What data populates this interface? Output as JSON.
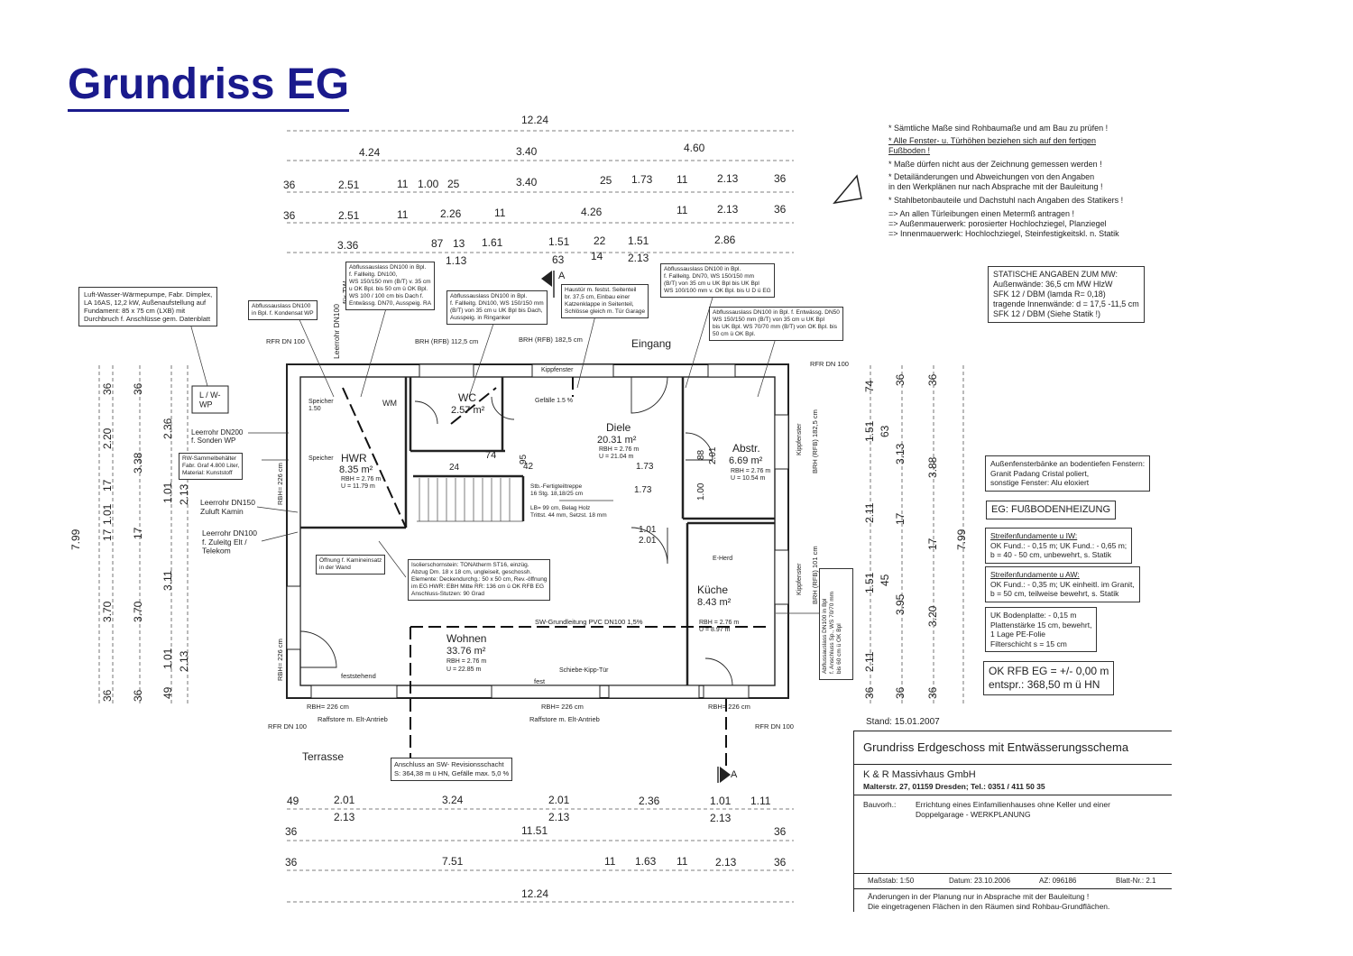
{
  "title": "Grundriss EG",
  "dimensions": {
    "top_overall": "12.24",
    "top_row1": [
      "4.24",
      "3.40",
      "4.60"
    ],
    "top_row2": [
      "36",
      "2.51",
      "11",
      "1.00",
      "25",
      "3.40",
      "25",
      "1.73",
      "11",
      "2.13",
      "36"
    ],
    "top_row3": [
      "36",
      "2.51",
      "11",
      "2.26",
      "11",
      "4.26",
      "11",
      "2.13",
      "36"
    ],
    "top_row4": [
      "3.36",
      "87",
      "13",
      "1.61",
      "1.51",
      "22",
      "1.51",
      "2.86"
    ],
    "top_row5": [
      "1.13",
      "63",
      "14",
      "2.13"
    ],
    "bottom_row1": [
      "49",
      "2.01",
      "3.24",
      "2.01",
      "2.36",
      "1.01",
      "1.11"
    ],
    "bottom_row2": [
      "2.13",
      "2.13",
      "2.13"
    ],
    "bottom_row3": [
      "36",
      "11.51",
      "36"
    ],
    "bottom_row4": [
      "36",
      "7.51",
      "11",
      "1.63",
      "11",
      "2.13",
      "36"
    ],
    "bottom_overall": "12.24",
    "left_overall": "7.99",
    "left_cols": [
      "36",
      "2.20",
      "17",
      "1.01",
      "17",
      "3.70",
      "36",
      "36",
      "3.38",
      "17",
      "3.70",
      "36",
      "2.36",
      "1.01",
      "2.13",
      "3.11",
      "1.01",
      "2.13",
      "49"
    ],
    "right_overall": "7.99",
    "right_cols": [
      "74",
      "1.51",
      "2.11",
      "1.51",
      "45",
      "2.11",
      "36",
      "36",
      "3.13",
      "3.88",
      "17",
      "3.95",
      "17",
      "3.20",
      "36",
      "63"
    ]
  },
  "rooms": [
    {
      "name": "HWR",
      "area": "8.35 m²",
      "rbh": "RBH = 2.76 m",
      "u": "U = 11.79 m"
    },
    {
      "name": "WC",
      "area": "2.57 m²"
    },
    {
      "name": "Diele",
      "area": "20.31 m²",
      "rbh": "RBH = 2.76 m",
      "u": "U = 21.04 m"
    },
    {
      "name": "Abstr.",
      "area": "6.69 m²",
      "rbh": "RBH = 2.76 m",
      "u": "U = 10.54 m"
    },
    {
      "name": "Küche",
      "area": "8.43 m²",
      "rbh": "RBH = 2.76 m",
      "u": "U = 8.97 m"
    },
    {
      "name": "Wohnen",
      "area": "33.76 m²",
      "rbh": "RBH = 2.76 m",
      "u": "U = 22.85 m"
    }
  ],
  "labels": {
    "eingang": "Eingang",
    "terrasse": "Terrasse",
    "kippfenster_top": "Kippfenster",
    "kippfenster_right": "Kippfenster",
    "kippfenster_right2": "Kippfenster",
    "lw_wp": "L / W-\nWP",
    "brh_top1": "BRH (RFB) 112,5 cm",
    "brh_top2": "BRH (RFB) 182,5 cm",
    "brh_bottom1": "RBH= 226 cm",
    "brh_bottom2": "RBH= 226 cm",
    "brh_bottom3": "RBH= 226 cm",
    "rbh_left1": "RBH= 226 cm",
    "rbh_left2": "RBH= 226 cm",
    "brh_right1": "BRH (RFB) 182,5 cm",
    "brh_right2": "BRH (RFB) 101 cm",
    "rfr_dn100_a": "RFR DN 100",
    "rfr_dn100_b": "RFR DN 100",
    "rfr_dn100_c": "RFR DN 100",
    "rfr_dn100_d": "RFR DN 100",
    "raffstore1": "Raffstore m. Elt-Antrieb",
    "raffstore2": "Raffstore m. Elt-Antrieb",
    "sw_grundleitung": "SW-Grundleitung PVC DN100  1,5%",
    "feststehend": "feststehend",
    "fest": "fest",
    "schiebe": "Schiebe-Kipp-Tür",
    "leerrohr_dn200": "Leerrohr DN200\nf. Sonden WP",
    "leerrohr_dn150": "Leerrohr DN150\nZuluft Kamin",
    "leerrohr_dn100": "Leerrohr DN100\nf. Zuleitg Elt /\nTelekom",
    "leerrohr_tw": "Leerrohr DN100\nfür TW",
    "section_a": "A",
    "section_a2": "A",
    "stand": "Stand: 15.01.2007",
    "ew": "E-Herd",
    "speicher1": "Speicher\n1.50",
    "speicher2": "Speicher",
    "wm": "WM",
    "gefaelle": "Gefälle 1.5 %",
    "diele_dims": [
      "1.73",
      "1.73",
      "1.01",
      "2.01",
      "42",
      "95",
      "1.00",
      "88",
      "2.01",
      "24",
      "74"
    ]
  },
  "notes_top_right": [
    "* Sämtliche Maße sind Rohbaumaße und am Bau zu prüfen !",
    "* Alle Fenster- u. Türhöhen beziehen sich auf den fertigen",
    "  Fußboden !",
    "* Maße dürfen nicht aus der Zeichnung gemessen werden !",
    "* Detailänderungen und Abweichungen von den Angaben",
    "  in den Werkplänen nur nach Absprache mit der Bauleitung !",
    "* Stahlbetonbauteile und Dachstuhl nach Angaben des Statikers !",
    "=> An allen Türleibungen einen Metermß antragen !",
    "=> Außenmauerwerk: porosierter Hochlochziegel, Planziegel",
    "=> Innenmauerwerk: Hochlochziegel, Steinfestigkeitskl. n. Statik"
  ],
  "boxes": {
    "statik": [
      "STATISCHE ANGABEN ZUM MW:",
      "Außenwände: 36,5 cm MW  HlzW",
      "SFK 12 / DBM (lamda R= 0,18)",
      "tragende Innenwände: d = 17,5 -11,5 cm",
      "SFK 12 / DBM (Siehe Statik !)"
    ],
    "fensterbaenke": [
      "Außenfensterbänke an bodentiefen Fenstern:",
      "Granit Padang Cristal poliert,",
      "sonstige Fenster: Alu eloxiert"
    ],
    "fussboden": [
      "EG: FUßBODENHEIZUNG"
    ],
    "streifen_iw": [
      "Streifenfundamente u IW:",
      "OK Fund.: - 0,15 m; UK Fund.: - 0,65 m;",
      "b = 40 - 50 cm, unbewehrt, s. Statik"
    ],
    "streifen_aw": [
      "Streifenfundamente u AW:",
      "OK Fund.: - 0,35 m; UK einheitl. im Granit,",
      "b = 50 cm, teilweise bewehrt, s. Statik"
    ],
    "bodenplatte": [
      "UK Bodenplatte: - 0,15 m",
      "Plattenstärke 15 cm, bewehrt,",
      "1 Lage PE-Folie",
      "Filterschicht s = 15 cm"
    ],
    "ok_rfb": [
      "OK RFB EG = +/- 0,00 m",
      "entspr.: 368,50 m ü HN"
    ],
    "wp": [
      "Luft-Wasser-Wärmepumpe, Fabr. Dimplex,",
      "LA 16AS, 12,2 kW, Außenaufstellung auf",
      "Fundament: 85 x 75 cm (LXB) mit",
      "Durchbruch f. Anschlüsse gem. Datenblatt"
    ],
    "kondensat": [
      "Abflussauslass DN100",
      "in Bpl. f. Kondensat WP"
    ],
    "abfluss_hwr": [
      "Abflussauslass DN100 in Bpl.",
      "f. Fallleitg. DN100,",
      "WS 150/150 mm (B/T) v. 35 cm",
      "u OK Bpl. bis 50 cm ü OK Bpl.",
      "WS 100 / 100 cm bis Dach f.",
      "Entwässg. DN70, Ausspeig. RA"
    ],
    "abfluss_wc": [
      "Abflussauslass DN100 in Bpl.",
      "f. Fallleitg. DN100, WS 150/150 mm",
      "(B/T) von 35 cm u UK Bpl bis Dach,",
      "Ausspeig. in Ringanker"
    ],
    "haustuer": [
      "Haustür m. festst. Seitenteil",
      "br. 37,5 cm, Einbau einer",
      "Katzenklappe in Seitenteil,",
      "Schlösse gleich m. Tür Garage"
    ],
    "abfluss_top_right": [
      "Abflussauslass DN100 in Bpl.",
      "f. Fallleitg. DN70, WS 150/150 mm",
      "(B/T) von 35 cm u UK Bpl bis UK Bpl",
      "WS 100/100 mm v. OK Bpl. bis U D ü EG"
    ],
    "abfluss_right": [
      "Abflussauslass DN100 in Bpl. f. Entwässg. DN50",
      "WS 150/150 mm (B/T) von 35 cm u UK Bpl",
      "bis UK Bpl. WS 70/70 mm (B/T) von OK Bpl. bis",
      "50 cm ü OK Bpl."
    ],
    "rw": [
      "RW-Sammelbehälter",
      "Fabr. Graf 4.800 Liter,",
      "Material: Kunststoff"
    ],
    "kamin": [
      "Öffnung f. Kamineinsatz",
      "in der Wand"
    ],
    "schornstein": [
      "Isolierschornstein: TONAtherm ST16, einzüg.",
      "Abzug Dm. 18 x 18 cm, ungleiseit, geschossh.",
      "Elemente: Deckendurchg.: 50 x 50 cm, Rev.-öffnung",
      "im EG HWR: EBH Mitte RR: 136 cm ü OK RFB EG",
      "Anschluss-Stutzen: 90 Grad"
    ],
    "treppe": [
      "Stb.-Fertigteiltreppe",
      "16 Stg. 18,18/25 cm",
      "",
      "LB= 99 cm, Belag Holz",
      "Trittst. 44 mm, Setzst. 18 mm"
    ],
    "anschluss": [
      "Anschluss an SW- Revisionsschacht",
      "S: 364,38 m ü HN, Gefälle max. 5,0 %"
    ],
    "abfluss_kueche": [
      "Abflussauslass DN100 in Bpl",
      "f. Anschluss Sp., WS 70/70 mm",
      "bis 60 cm ü OK Bpl"
    ]
  },
  "title_block": {
    "heading": "Grundriss  Erdgeschoss mit Entwässerungsschema",
    "company": "K & R Massivhaus GmbH",
    "address": "Malterstr. 27, 01159 Dresden;  Tel.: 0351 / 411 50 35",
    "bauvorhaben_label": "Bauvorh.:",
    "bauvorhaben": "Errichtung eines Einfamilienhauses ohne Keller und einer",
    "bauvorhaben2": "Doppelgarage - WERKPLANUNG",
    "massstab": "Maßstab: 1:50",
    "datum": "Datum: 23.10.2006",
    "az": "AZ: 096186",
    "blatt": "Blatt-Nr.: 2.1",
    "footer1": "Änderungen in der Planung nur in Absprache mit der Bauleitung !",
    "footer2": "Die eingetragenen Flächen in den Räumen sind Rohbau-Grundflächen."
  }
}
